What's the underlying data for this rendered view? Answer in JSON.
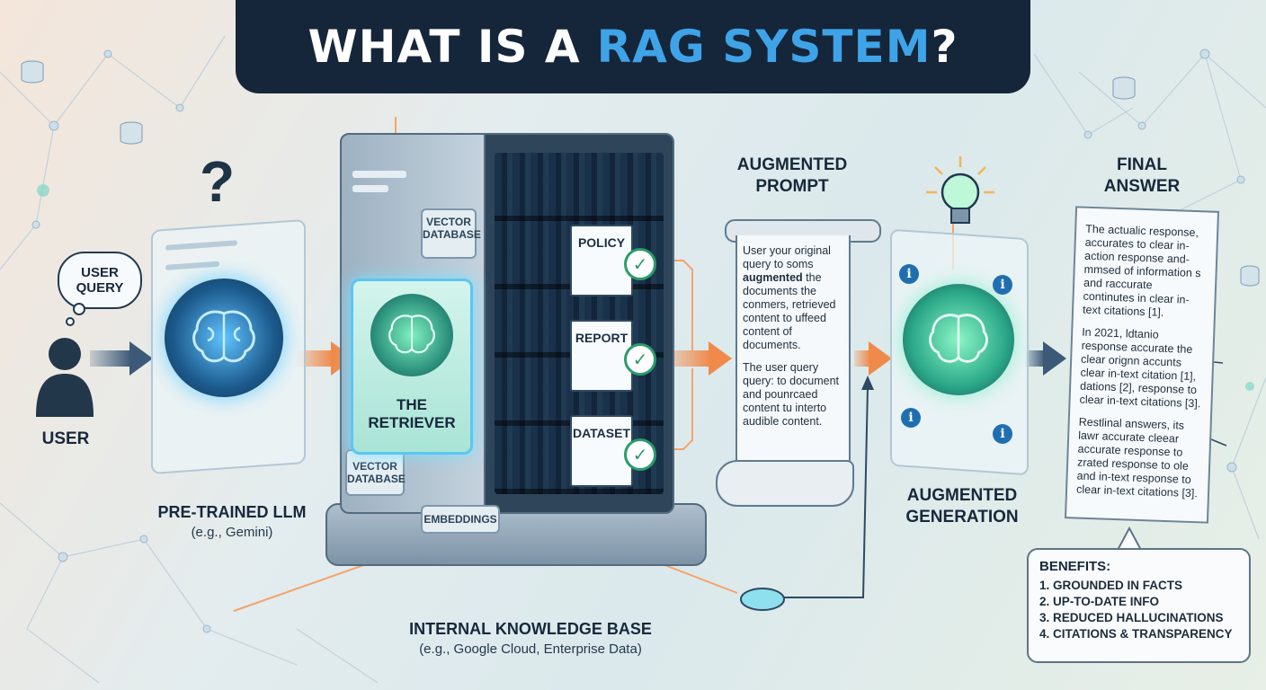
{
  "title": {
    "prefix": "WHAT IS A",
    "accent": "RAG SYSTEM",
    "suffix": "?"
  },
  "user": {
    "bubble_line1": "USER",
    "bubble_line2": "QUERY",
    "label": "USER",
    "question_mark": "?"
  },
  "llm": {
    "label": "PRE-TRAINED LLM",
    "sub": "(e.g., Gemini)"
  },
  "retriever": {
    "label": "THE RETRIEVER",
    "vector_db_top_1": "VECTOR",
    "vector_db_top_2": "DATABASE",
    "vector_db_bottom_1": "VECTOR",
    "vector_db_bottom_2": "DATABASE",
    "embeddings": "EMBEDDINGS"
  },
  "documents": [
    {
      "label": "POLICY"
    },
    {
      "label": "REPORT"
    },
    {
      "label": "DATASET"
    }
  ],
  "knowledge_base": {
    "label": "INTERNAL KNOWLEDGE BASE",
    "sub": "(e.g., Google Cloud, Enterprise Data)"
  },
  "augmented_prompt": {
    "label_1": "AUGMENTED",
    "label_2": "PROMPT",
    "para1_a": "User your original query to soms",
    "para1_bold": "augmented",
    "para1_b": "the documents the conmers, retrieved content to uffeed content of documents.",
    "para2": "The user query query: to document and pounrcaed content tu interto audible content."
  },
  "generation": {
    "label_1": "AUGMENTED",
    "label_2": "GENERATION",
    "info_icon": "i"
  },
  "final_answer": {
    "label_1": "FINAL",
    "label_2": "ANSWER",
    "para1": "The actualic response, accurates to clear in-action response and-mmsed of information s and raccurate continutes in clear in-text citations [1].",
    "para2": "In 2021, ldtanio response accurate the clear orignn accunts clear in-text citation [1], dations [2], response to clear in-text citations [3].",
    "para3": "Restlinal answers, its lawr accurate cleear accurate response to zrated response to ole and in-text response to clear in-text citations [3]."
  },
  "benefits": {
    "title": "BENEFITS:",
    "items": [
      "1. GROUNDED IN FACTS",
      "2. UP-TO-DATE INFO",
      "3. REDUCED HALLUCINATIONS",
      "4. CITATIONS & TRANSPARENCY"
    ]
  },
  "colors": {
    "title_bg": "#15263a",
    "accent": "#3fa3e8",
    "arrow_orange": "#f08a4b",
    "arrow_blue": "#3c5a78",
    "orb_green": "#3fd6a0",
    "orb_blue": "#4aa8e8"
  },
  "icons": [
    "database-icon",
    "brain-icon",
    "lightbulb-icon",
    "check-icon",
    "info-icon",
    "user-icon"
  ]
}
